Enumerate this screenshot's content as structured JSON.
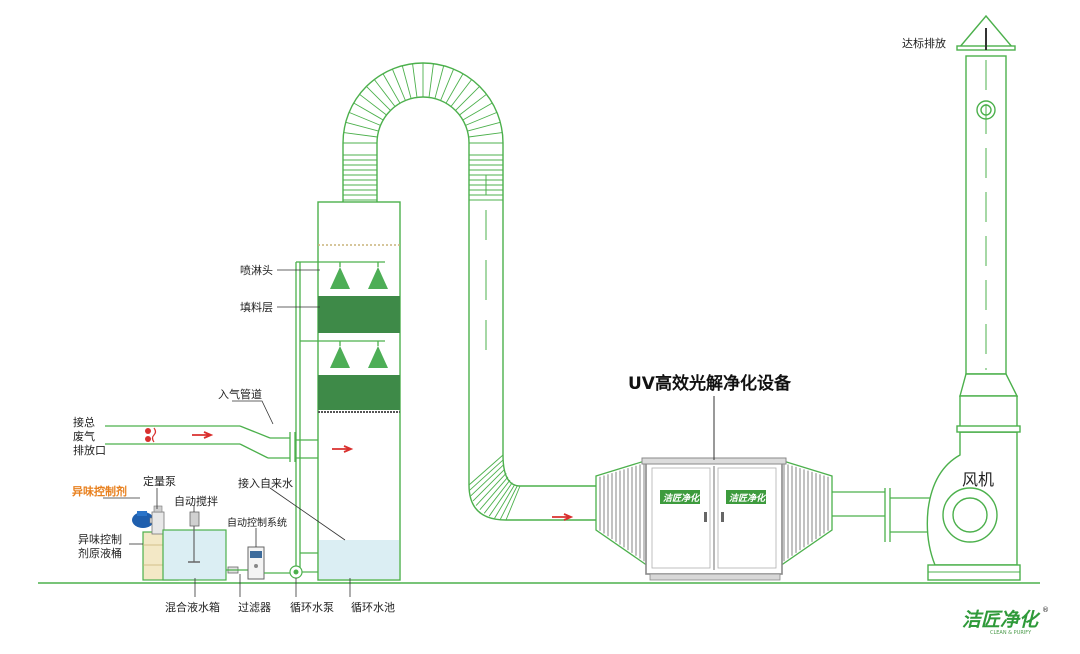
{
  "labels": {
    "emission": "达标排放",
    "spray_head": "喷淋头",
    "packing_layer": "填料层",
    "inlet_pipe": "入气管道",
    "exhaust_inlet_line1": "接总",
    "exhaust_inlet_line2": "废气",
    "exhaust_inlet_line3": "排放口",
    "tap_water": "接入自来水",
    "auto_control": "自动控制系统",
    "dosing_pump": "定量泵",
    "auto_mixer": "自动搅拌",
    "odor_agent": "异味控制剂",
    "raw_tank_line1": "异味控制",
    "raw_tank_line2": "剂原液桶",
    "mix_tank": "混合液水箱",
    "filter": "过滤器",
    "circ_pump": "循环水泵",
    "circ_pool": "循环水池",
    "uv_title": "UV高效光解净化设备",
    "fan": "风机",
    "cabinet_logo": "洁匠净化",
    "brand_logo": "洁匠净化",
    "brand_sub": "CLEAN & PURIFY",
    "registered": "®"
  },
  "colors": {
    "line": "#4cb04c",
    "packing": "#3e8a48",
    "spray": "#4dae56",
    "water": "#dbeef3",
    "arrow": "#d9302e",
    "orange": "#e8801e",
    "cabinet": "#8a8a8a",
    "cabinet_logo_bg": "#3d9b3d"
  }
}
